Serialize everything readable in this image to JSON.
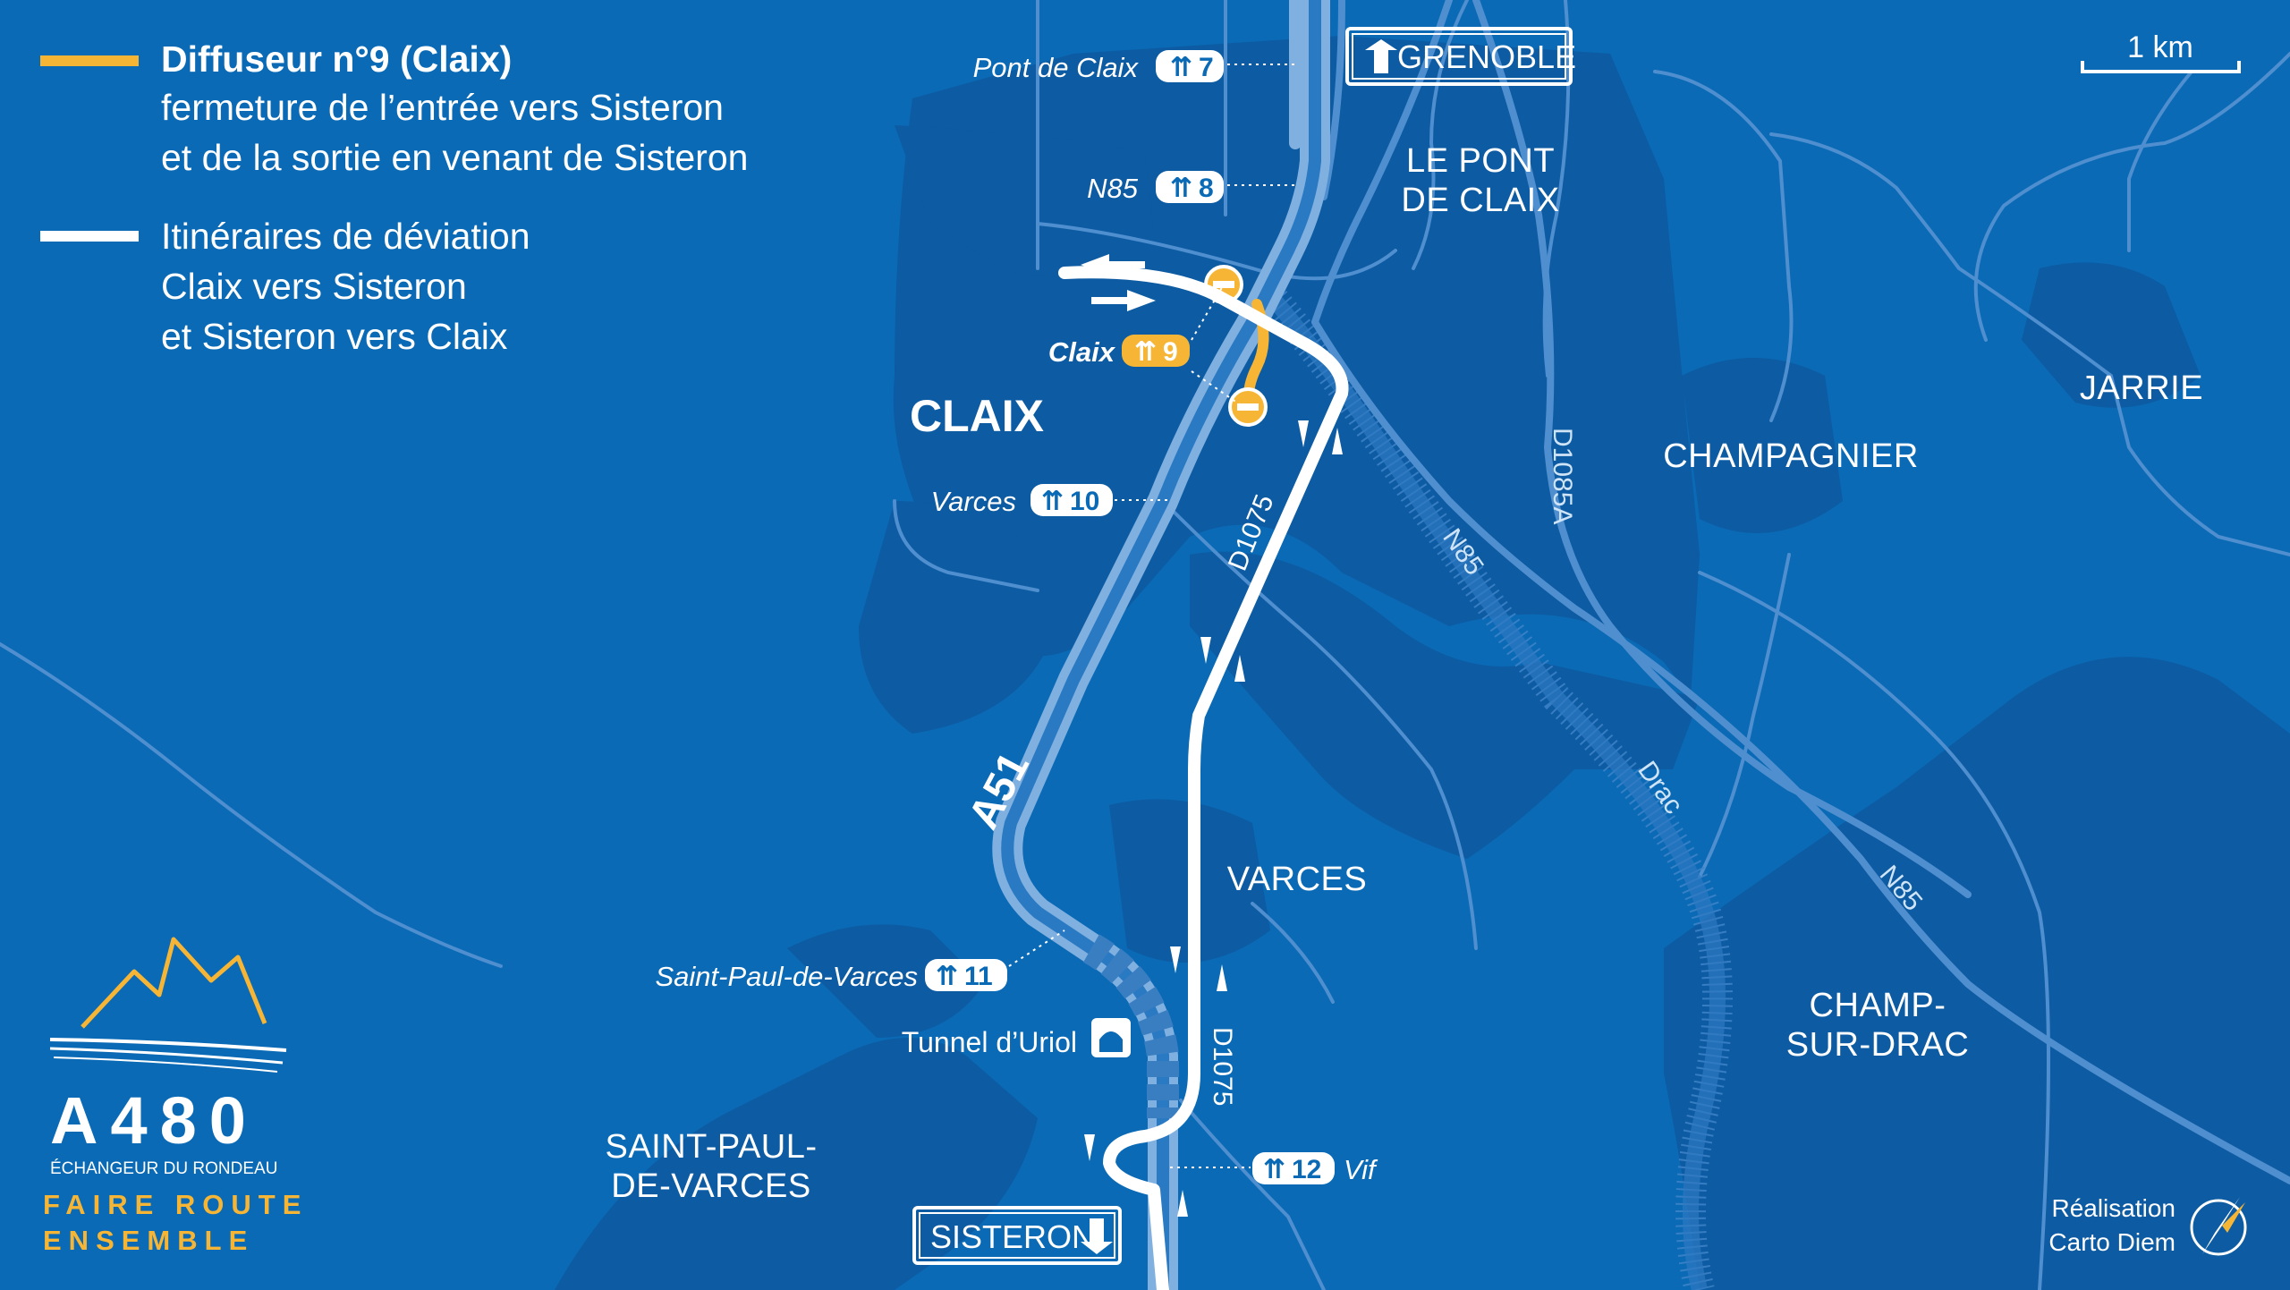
{
  "legend": {
    "item1_title": "Diffuseur n°9 (Claix)",
    "item1_line1": "fermeture de l’entrée vers Sisteron",
    "item1_line2": "et de la sortie en venant de Sisteron",
    "item1_color": "#f6b535",
    "item2_line1": "Itinéraires de déviation",
    "item2_line2": "Claix vers Sisteron",
    "item2_line3": "et Sisteron vers Claix",
    "item2_color": "#ffffff"
  },
  "scale": {
    "label": "1 km"
  },
  "places": {
    "le_pont_line1": "LE PONT",
    "le_pont_line2": "DE CLAIX",
    "claix": "CLAIX",
    "champagnier": "CHAMPAGNIER",
    "jarrie": "JARRIE",
    "varces": "VARCES",
    "champ_line1": "CHAMP-",
    "champ_line2": "SUR-DRAC",
    "stpaul_line1": "SAINT-PAUL-",
    "stpaul_line2": "DE-VARCES"
  },
  "roads": {
    "a51": "A51",
    "n85": "N85",
    "d1085a": "D1085A",
    "d1075": "D1075",
    "drac": "Drac"
  },
  "exits": [
    {
      "name": "Pont de Claix",
      "number": "7"
    },
    {
      "name": "N85",
      "number": "8"
    },
    {
      "name": "Claix",
      "number": "9"
    },
    {
      "name": "Varces",
      "number": "10"
    },
    {
      "name": "Saint-Paul-de-Varces",
      "number": "11"
    },
    {
      "name": "Vif",
      "number": "12"
    }
  ],
  "tunnel": {
    "label": "Tunnel d’Uriol"
  },
  "signs": {
    "north": "GRENOBLE",
    "south": "SISTERON"
  },
  "brand": {
    "title": "A480",
    "subtitle": "ÉCHANGEUR DU RONDEAU",
    "slogan_line1": "FAIRE ROUTE",
    "slogan_line2": "ENSEMBLE"
  },
  "credit": {
    "line1": "Réalisation",
    "line2": "Carto Diem"
  },
  "colors": {
    "background": "#0a6ab5",
    "urban": "#0d5ba2",
    "minor_road": "#4f8fcf",
    "motorway": "#7fb0e0",
    "closure": "#f6b535",
    "detour": "#ffffff"
  }
}
